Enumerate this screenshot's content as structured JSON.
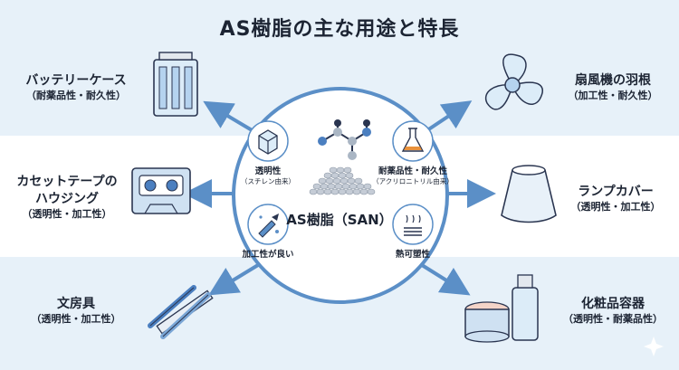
{
  "title": "AS樹脂の主な用途と特長",
  "center": {
    "title": "AS樹脂（SAN）",
    "features": [
      {
        "label": "透明性",
        "sub": "（スチレン由来）"
      },
      {
        "label": "耐薬品性・耐久性",
        "sub": "（アクリロニトリル由来）"
      },
      {
        "label": "加工性が良い",
        "sub": ""
      },
      {
        "label": "熱可塑性",
        "sub": ""
      }
    ]
  },
  "applications": {
    "battery": {
      "name": "バッテリーケース",
      "props": "（耐薬品性・耐久性）"
    },
    "cassette": {
      "name1": "カセットテープの",
      "name2": "ハウジング",
      "props": "（透明性・加工性）"
    },
    "stationery": {
      "name": "文房具",
      "props": "（透明性・加工性）"
    },
    "fan": {
      "name": "扇風機の羽根",
      "props": "（加工性・耐久性）"
    },
    "lamp": {
      "name": "ランプカバー",
      "props": "（透明性・加工性）"
    },
    "cosmetics": {
      "name": "化粧品容器",
      "props": "（透明性・耐薬品性）"
    }
  },
  "colors": {
    "accent": "#5b8fc7",
    "ring": "#5b8fc7",
    "text": "#1c2433"
  }
}
